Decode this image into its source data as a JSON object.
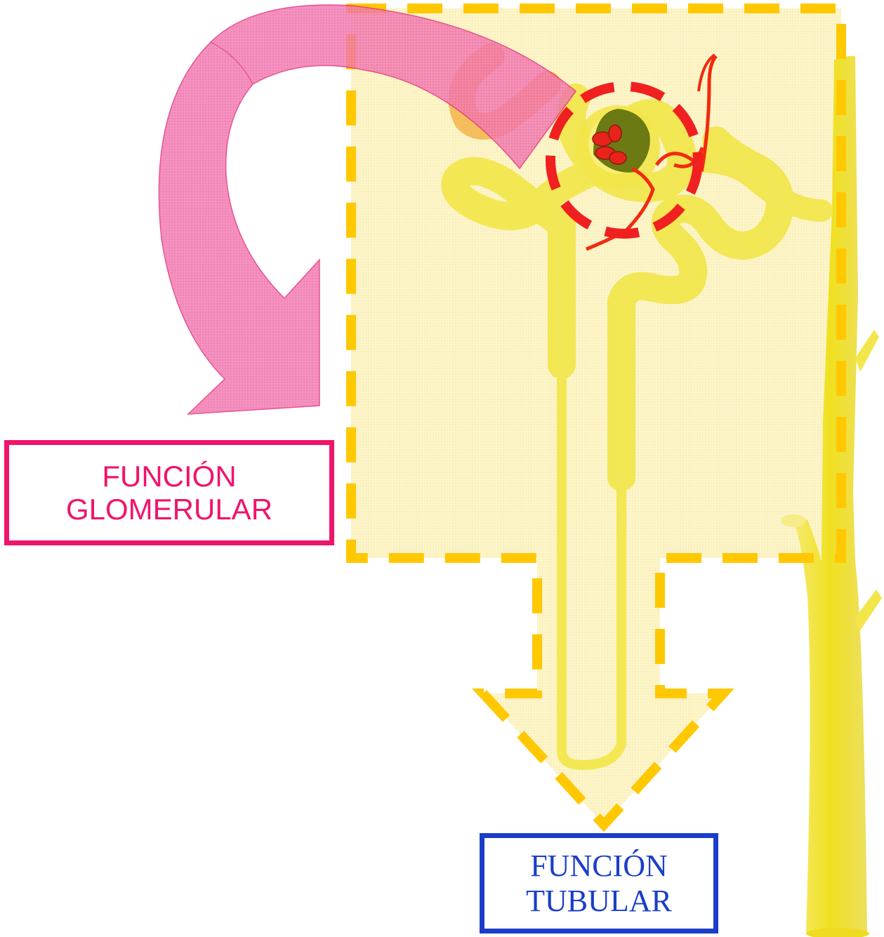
{
  "labels": {
    "glomerular": {
      "line1": "FUNCIÓN",
      "line2": "GLOMERULAR"
    },
    "tubular": {
      "line1": "FUNCIÓN",
      "line2": "TUBULAR"
    }
  },
  "colors": {
    "glomerular_accent": "#f0146b",
    "tubular_accent": "#1a3ec9",
    "dashed_outline": "#ffc800",
    "nephron_fill": "#f2e84a",
    "region_fill": "#fdf6cc",
    "glomerulus_circle": "#f02020",
    "curved_arrow": "#f06aa6"
  }
}
